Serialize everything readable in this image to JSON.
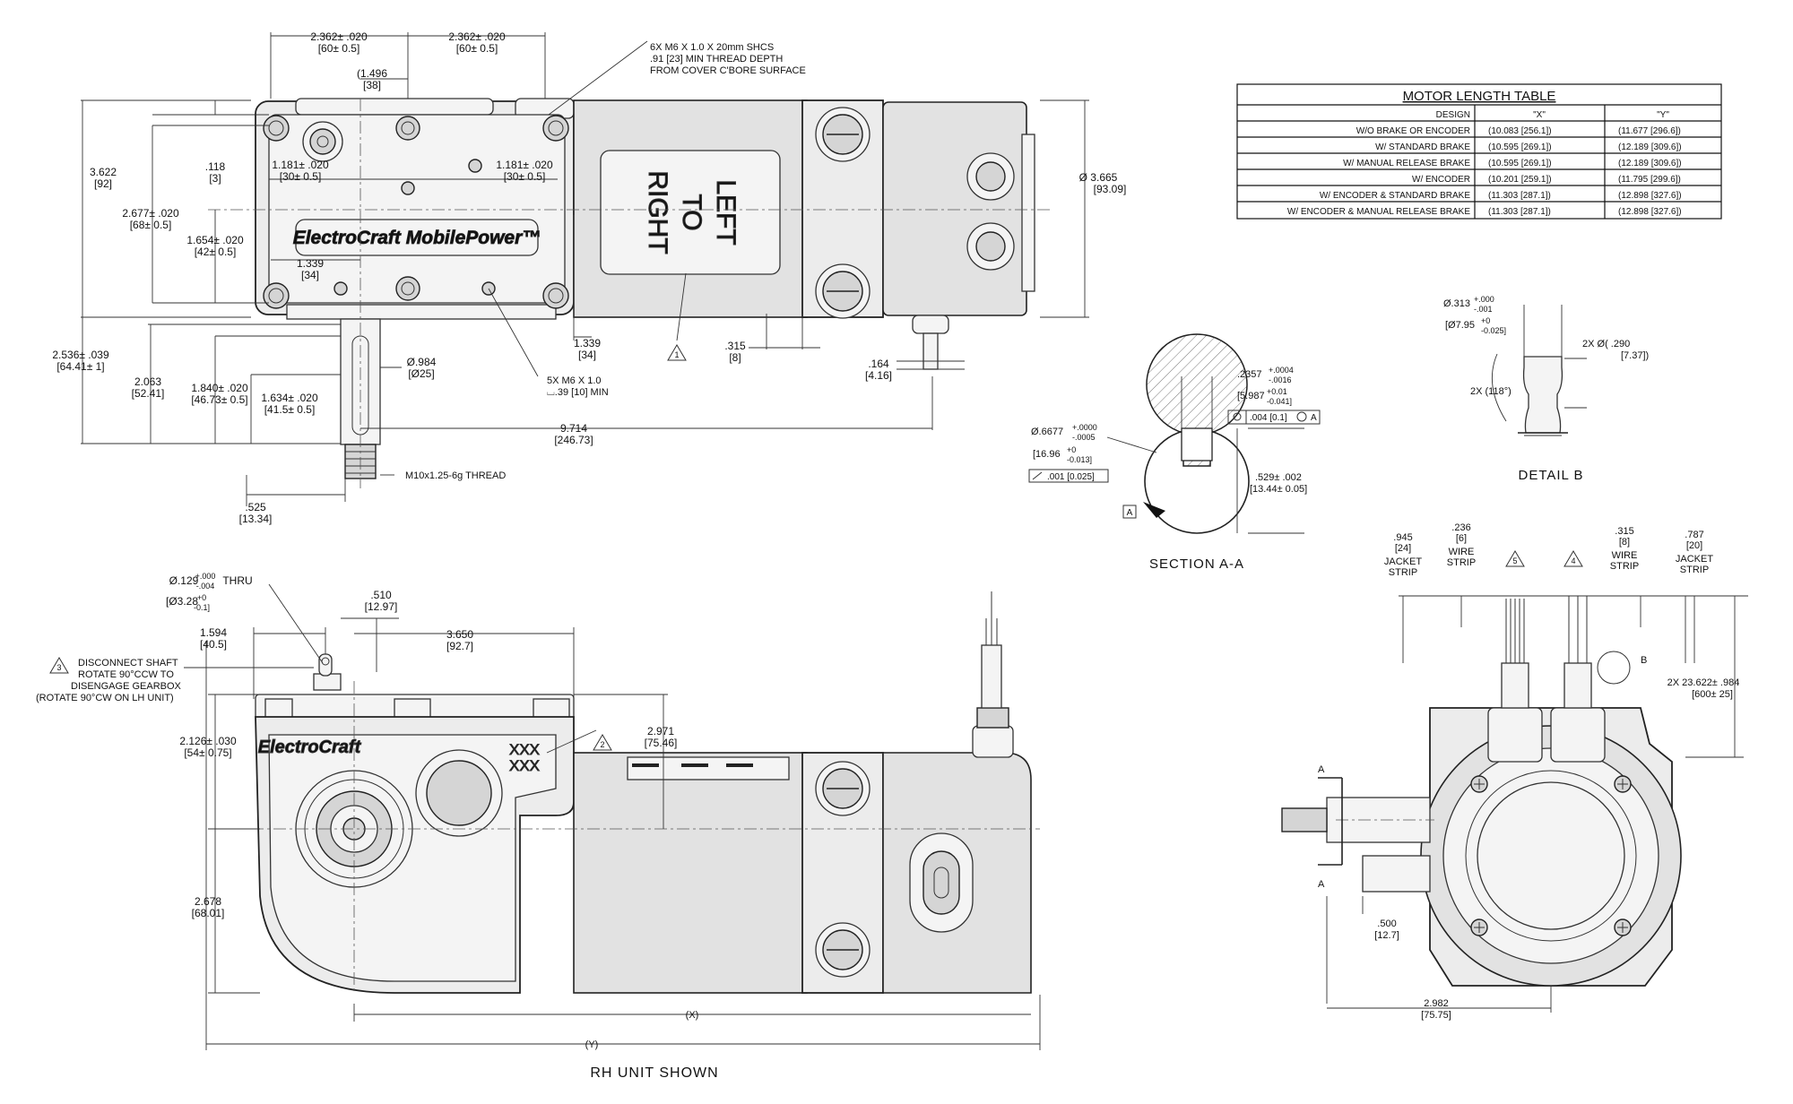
{
  "top_view": {
    "dims": {
      "w1": "2.362± .020",
      "w1m": "[60± 0.5]",
      "w2": "2.362± .020",
      "w2m": "[60± 0.5]",
      "bolt": "(1.496",
      "boltm": "[38]",
      "h_total": "3.622",
      "h_totalm": "[92]",
      "h_118": ".118",
      "h_118m": "[3]",
      "h_2677": "2.677± .020",
      "h_2677m": "[68± 0.5]",
      "h_1654": "1.654± .020",
      "h_1654m": "[42± 0.5]",
      "h_1181a": "1.181± .020",
      "h_1181am": "[30± 0.5]",
      "h_1181b": "1.181± .020",
      "h_1181bm": "[30± 0.5]",
      "h_1339": "1.339",
      "h_1339m": "[34]",
      "h_2536": "2.536± .039",
      "h_2536m": "[64.41± 1]",
      "h_2063": "2.063",
      "h_2063m": "[52.41]",
      "h_1840": "1.840± .020",
      "h_1840m": "[46.73± 0.5]",
      "h_1634": "1.634± .020",
      "h_1634m": "[41.5± 0.5]",
      "shaft_d": "Ø.984",
      "shaft_dm": "[Ø25]",
      "len_9714": "9.714",
      "len_9714m": "[246.73]",
      "h_1339b": "1.339",
      "h_1339bm": "[34]",
      "h_315": ".315",
      "h_315m": "[8]",
      "h_164": ".164",
      "h_164m": "[4.16]",
      "dia_3665": "Ø 3.665",
      "dia_3665m": "[93.09]",
      "s_525": ".525",
      "s_525m": "[13.34]"
    },
    "notes": {
      "screws_1": "6X M6 X 1.0 X 20mm SHCS",
      "screws_2": ".91 [23] MIN THREAD DEPTH",
      "screws_3": "FROM COVER C'BORE SURFACE",
      "holes_1": "5X M6 X 1.0",
      "holes_2": "⌴.39 [10] MIN",
      "thread": "M10x1.25-6g THREAD",
      "brand": "ElectroCraft MobilePower™",
      "dir_1": "LEFT",
      "dir_2": "TO",
      "dir_3": "RIGHT",
      "tri_1": "1"
    }
  },
  "motor_table": {
    "title": "MOTOR LENGTH TABLE",
    "headers": [
      "DESIGN",
      "\"X\"",
      "\"Y\""
    ],
    "rows": [
      [
        "W/O BRAKE OR ENCODER",
        "(10.083 [256.1])",
        "(11.677 [296.6])"
      ],
      [
        "W/ STANDARD BRAKE",
        "(10.595 [269.1])",
        "(12.189 [309.6])"
      ],
      [
        "W/ MANUAL RELEASE BRAKE",
        "(10.595 [269.1])",
        "(12.189 [309.6])"
      ],
      [
        "W/ ENCODER",
        "(10.201 [259.1])",
        "(11.795 [299.6])"
      ],
      [
        "W/ ENCODER & STANDARD BRAKE",
        "(11.303 [287.1])",
        "(12.898 [327.6])"
      ],
      [
        "W/ ENCODER & MANUAL RELEASE BRAKE",
        "(11.303 [287.1])",
        "(12.898 [327.6])"
      ]
    ]
  },
  "section_aa": {
    "label": "SECTION A-A",
    "d1": "Ø.6677",
    "d1tol_up": "+.0000",
    "d1tol_lo": "-.0005",
    "d1m": "[16.96",
    "d1m_up": "+0",
    "d1m_lo": "-0.013]",
    "flat": ".001 [0.025]",
    "key": ".2357",
    "key_up": "+.0004",
    "key_lo": "-.0016",
    "keym": "[5.987",
    "keym_up": "+0.01",
    "keym_lo": "-0.041]",
    "pos": ".004 [0.1]",
    "pos_ref": "A",
    "depth": ".529± .002",
    "depthm": "[13.44± 0.05]",
    "datum": "A"
  },
  "detail_b": {
    "label": "DETAIL  B",
    "d": "Ø.313",
    "d_up": "+.000",
    "d_lo": "-.001",
    "dm": "[Ø7.95",
    "dm_up": "+0",
    "dm_lo": "-0.025]",
    "angle": "2X (118°)",
    "pin": "2X Ø( .290",
    "pinm": "[7.37])"
  },
  "front_view": {
    "dims": {
      "thru": "Ø.129",
      "thru_up": "+.000",
      "thru_lo": "-.004",
      "thru_word": "THRU",
      "thrum": "[Ø3.28",
      "thrum_up": "+0",
      "thrum_lo": "-0.1]",
      "d_510": ".510",
      "d_510m": "[12.97]",
      "d_1594": "1.594",
      "d_1594m": "[40.5]",
      "d_3650": "3.650",
      "d_3650m": "[92.7]",
      "d_2126": "2.126± .030",
      "d_2126m": "[54± 0.75]",
      "d_2971": "2.971",
      "d_2971m": "[75.46]",
      "d_2678": "2.678",
      "d_2678m": "[68.01]",
      "x": "(X)",
      "y": "(Y)"
    },
    "notes": {
      "tri_3": "3",
      "tri_2": "2",
      "disc_1": "DISCONNECT SHAFT",
      "disc_2": "ROTATE 90°CCW TO",
      "disc_3": "DISENGAGE GEARBOX",
      "disc_4": "(ROTATE 90°CW ON LH UNIT)",
      "brand": "ElectroCraft",
      "xxx1": "XXX",
      "xxx2": "XXX",
      "caption": "RH UNIT SHOWN"
    }
  },
  "end_view": {
    "dims": {
      "j1": ".945",
      "j1m": "[24]",
      "j1a": "JACKET",
      "j1b": "STRIP",
      "w1": ".236",
      "w1m": "[6]",
      "w1a": "WIRE",
      "w1b": "STRIP",
      "w2": ".315",
      "w2m": "[8]",
      "w2a": "WIRE",
      "w2b": "STRIP",
      "j2": ".787",
      "j2m": "[20]",
      "j2a": "JACKET",
      "j2b": "STRIP",
      "lead": "2X 23.622± .984",
      "leadm": "[600± 25]",
      "d_500": ".500",
      "d_500m": "[12.7]",
      "d_2982": "2.982",
      "d_2982m": "[75.75]",
      "sec_a1": "A",
      "sec_a2": "A",
      "detail": "B",
      "tri_5": "5",
      "tri_4": "4"
    }
  }
}
